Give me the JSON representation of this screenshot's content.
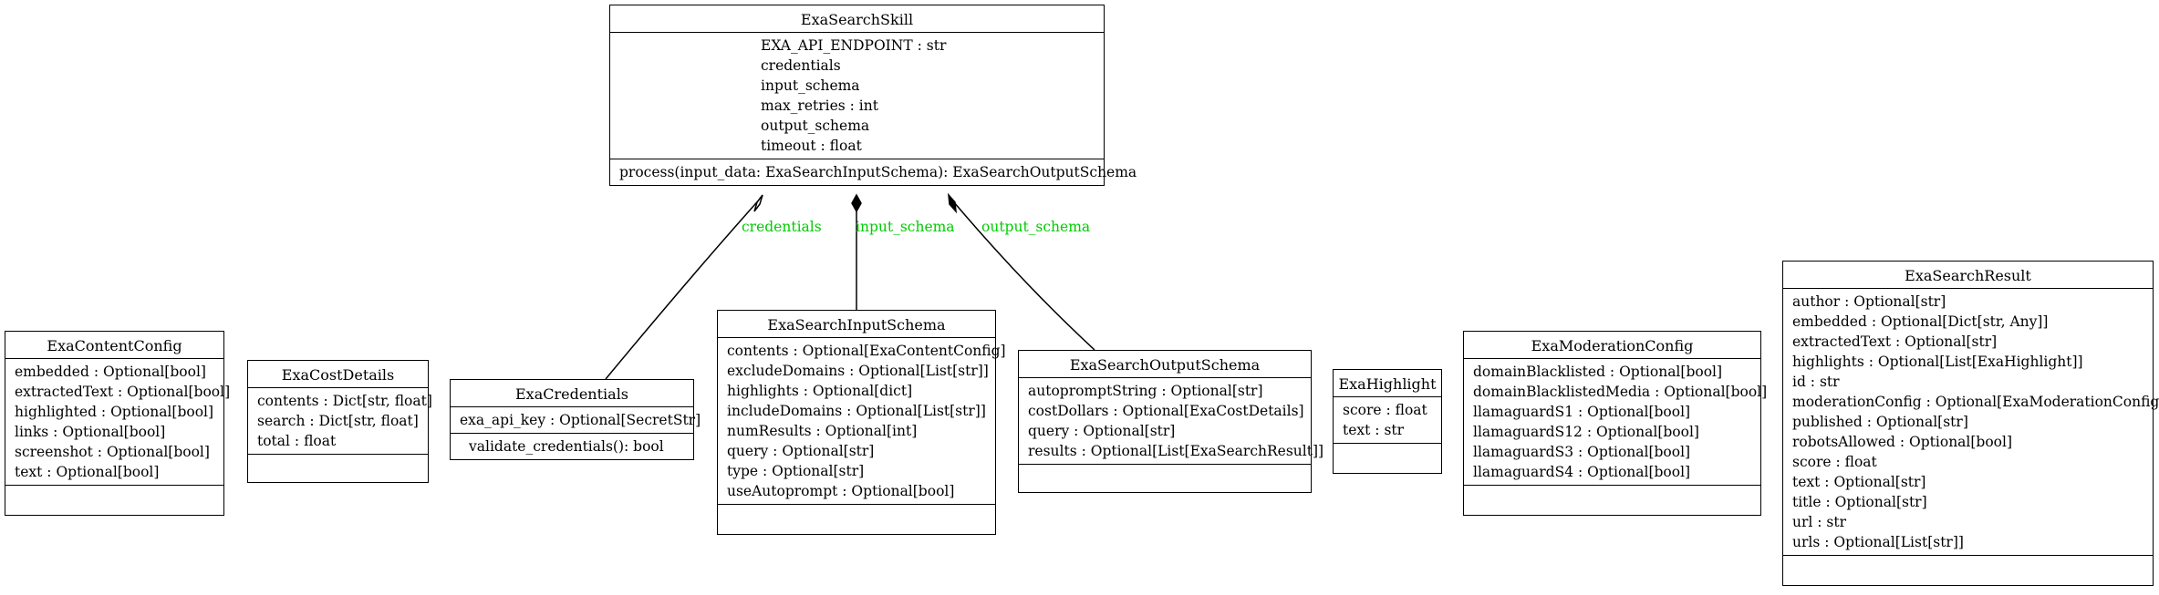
{
  "classes": [
    {
      "id": "ExaSearchSkill",
      "name": "ExaSearchSkill",
      "attributes": [
        "EXA_API_ENDPOINT : str",
        "credentials",
        "input_schema",
        "max_retries : int",
        "output_schema",
        "timeout : float"
      ],
      "methods": [
        "process(input_data: ExaSearchInputSchema): ExaSearchOutputSchema"
      ]
    },
    {
      "id": "ExaContentConfig",
      "name": "ExaContentConfig",
      "attributes": [
        "embedded : Optional[bool]",
        "extractedText : Optional[bool]",
        "highlighted : Optional[bool]",
        "links : Optional[bool]",
        "screenshot : Optional[bool]",
        "text : Optional[bool]"
      ],
      "methods": []
    },
    {
      "id": "ExaCostDetails",
      "name": "ExaCostDetails",
      "attributes": [
        "contents : Dict[str, float]",
        "search : Dict[str, float]",
        "total : float"
      ],
      "methods": []
    },
    {
      "id": "ExaCredentials",
      "name": "ExaCredentials",
      "attributes": [
        "exa_api_key : Optional[SecretStr]"
      ],
      "methods": [
        "validate_credentials(): bool"
      ]
    },
    {
      "id": "ExaSearchInputSchema",
      "name": "ExaSearchInputSchema",
      "attributes": [
        "contents : Optional[ExaContentConfig]",
        "excludeDomains : Optional[List[str]]",
        "highlights : Optional[dict]",
        "includeDomains : Optional[List[str]]",
        "numResults : Optional[int]",
        "query : Optional[str]",
        "type : Optional[str]",
        "useAutoprompt : Optional[bool]"
      ],
      "methods": []
    },
    {
      "id": "ExaSearchOutputSchema",
      "name": "ExaSearchOutputSchema",
      "attributes": [
        "autopromptString : Optional[str]",
        "costDollars : Optional[ExaCostDetails]",
        "query : Optional[str]",
        "results : Optional[List[ExaSearchResult]]"
      ],
      "methods": []
    },
    {
      "id": "ExaHighlight",
      "name": "ExaHighlight",
      "attributes": [
        "score : float",
        "text : str"
      ],
      "methods": []
    },
    {
      "id": "ExaModerationConfig",
      "name": "ExaModerationConfig",
      "attributes": [
        "domainBlacklisted : Optional[bool]",
        "domainBlacklistedMedia : Optional[bool]",
        "llamaguardS1 : Optional[bool]",
        "llamaguardS12 : Optional[bool]",
        "llamaguardS3 : Optional[bool]",
        "llamaguardS4 : Optional[bool]"
      ],
      "methods": []
    },
    {
      "id": "ExaSearchResult",
      "name": "ExaSearchResult",
      "attributes": [
        "author : Optional[str]",
        "embedded : Optional[Dict[str, Any]]",
        "extractedText : Optional[str]",
        "highlights : Optional[List[ExaHighlight]]",
        "id : str",
        "moderationConfig : Optional[ExaModerationConfig]",
        "published : Optional[str]",
        "robotsAllowed : Optional[bool]",
        "score : float",
        "text : Optional[str]",
        "title : Optional[str]",
        "url : str",
        "urls : Optional[List[str]]"
      ],
      "methods": []
    }
  ],
  "relations": [
    {
      "label": "credentials",
      "kind": "aggregation",
      "from": "ExaSearchSkill",
      "to": "ExaCredentials"
    },
    {
      "label": "input_schema",
      "kind": "composition",
      "from": "ExaSearchSkill",
      "to": "ExaSearchInputSchema"
    },
    {
      "label": "output_schema",
      "kind": "composition",
      "from": "ExaSearchSkill",
      "to": "ExaSearchOutputSchema"
    }
  ],
  "colors": {
    "line": "#000000",
    "label": "#00cc00",
    "background": "#ffffff"
  }
}
